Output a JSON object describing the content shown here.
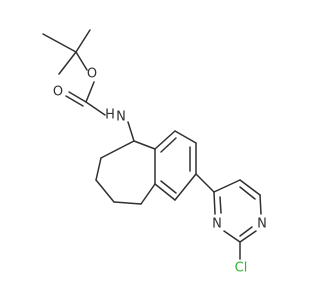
{
  "colors": {
    "background": "#ffffff",
    "bond": "#303030",
    "carbonyl_oxygen": "#ff0000",
    "ester_oxygen": "#ff0000",
    "nitrogen": "#0000ff",
    "chlorine": "#00cc00"
  },
  "atoms": {
    "ester_oxygen": "O",
    "carbonyl_oxygen": "O",
    "amine_nitrogen": "N",
    "amine_hydrogen": "H",
    "pyrimidine_n1": "N",
    "pyrimidine_n3": "N",
    "chlorine": "Cl"
  }
}
